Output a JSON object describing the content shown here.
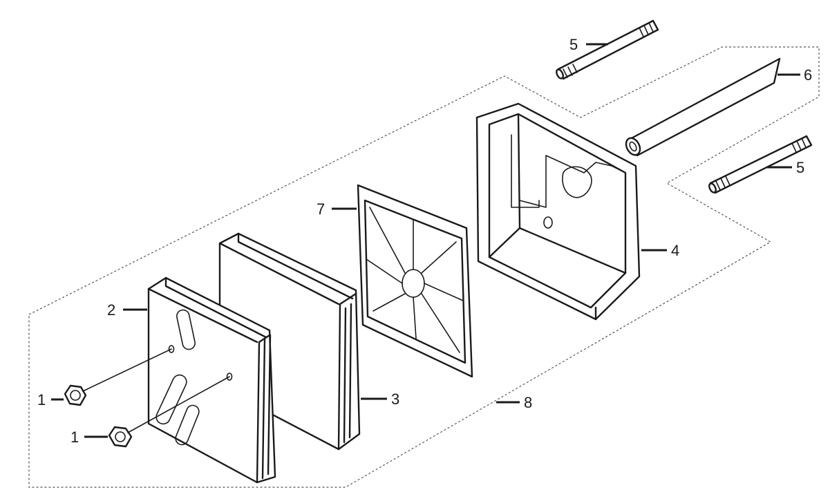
{
  "diagram": {
    "callouts": {
      "c1a": "1",
      "c1b": "1",
      "c2": "2",
      "c3": "3",
      "c4": "4",
      "c5a": "5",
      "c5b": "5",
      "c6": "6",
      "c7": "7",
      "c8": "8"
    }
  }
}
